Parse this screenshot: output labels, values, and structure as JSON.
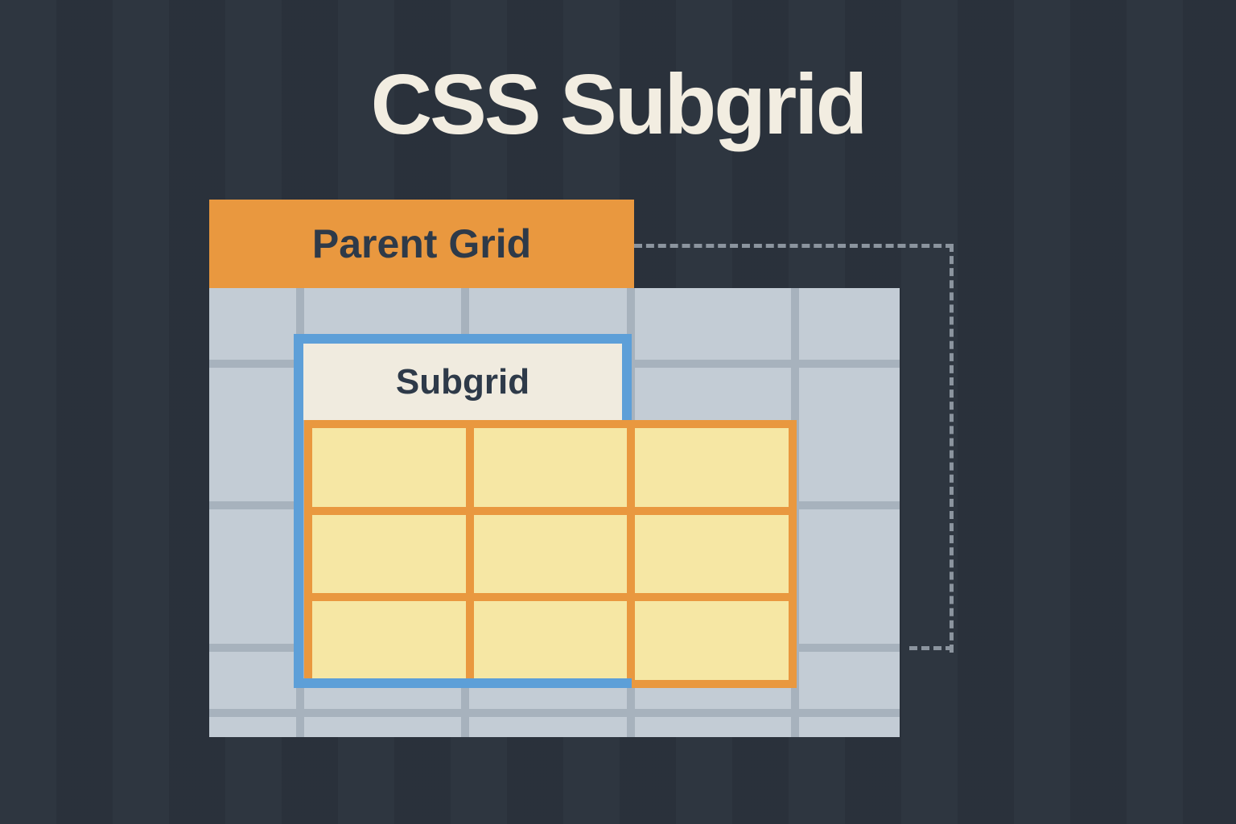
{
  "title": "CSS Subgrid",
  "parent_grid": {
    "label": "Parent Grid",
    "columns": 5,
    "rows": 5
  },
  "subgrid": {
    "label": "Subgrid",
    "table_columns": 3,
    "table_rows": 3
  },
  "colors": {
    "background": "#2b333d",
    "title_text": "#f2ede1",
    "orange": "#e9983f",
    "label_text": "#2e3a49",
    "parent_fill": "#c3ccd5",
    "parent_lines": "#a7b2bd",
    "subgrid_border": "#5d9fd8",
    "subgrid_header_fill": "#f0ebdf",
    "cell_fill": "#f6e7a4",
    "dashed_line": "#8b949e"
  }
}
